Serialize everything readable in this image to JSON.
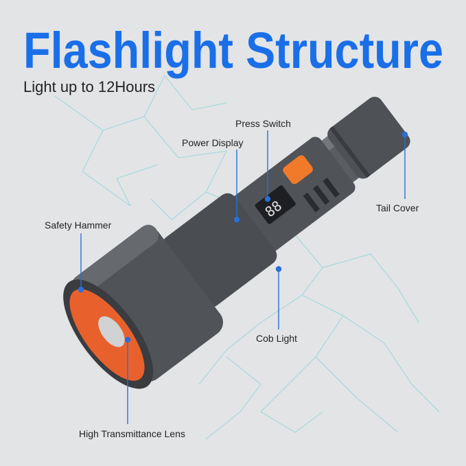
{
  "title": "Flashlight Structure",
  "subtitle": "Light up to 12Hours",
  "labels": {
    "press_switch": "Press Switch",
    "power_display": "Power Display",
    "tail_cover": "Tail Cover",
    "safety_hammer": "Safety Hammer",
    "cob_light": "Cob Light",
    "lens": "High Transmittance Lens"
  },
  "colors": {
    "title": "#1a6fe8",
    "leader": "#2a6fd6",
    "lens": "#e8612c",
    "switch": "#f07a2a",
    "body": "#55585c",
    "lightning": "#7fd3dc"
  }
}
